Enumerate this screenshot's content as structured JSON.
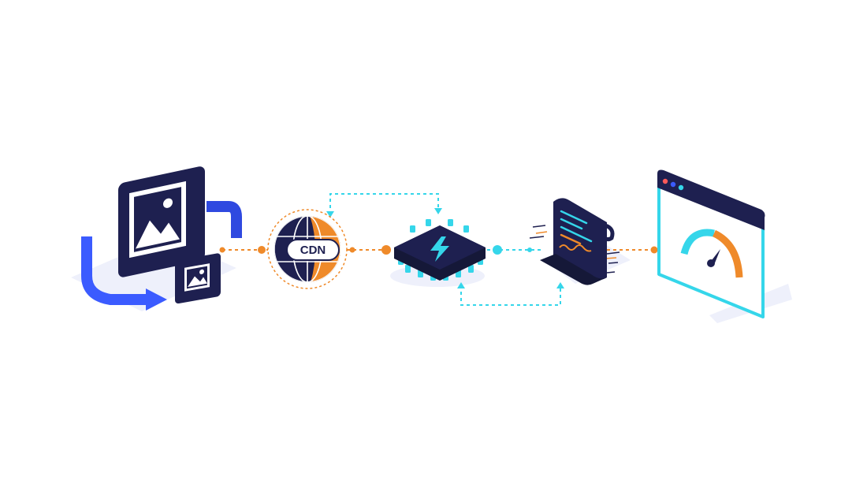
{
  "diagram": {
    "nodes": [
      {
        "id": "image-source",
        "icon": "image-frames-icon"
      },
      {
        "id": "cdn",
        "icon": "globe-icon",
        "label": "CDN"
      },
      {
        "id": "processor",
        "icon": "chip-lightning-icon"
      },
      {
        "id": "document",
        "icon": "document-scroll-icon"
      },
      {
        "id": "browser",
        "icon": "browser-speedometer-icon"
      }
    ],
    "connectors": [
      {
        "from": "image-source",
        "to": "cdn",
        "style": "dashed"
      },
      {
        "from": "cdn",
        "to": "processor",
        "style": "dashed"
      },
      {
        "from": "processor",
        "to": "document",
        "style": "dashed"
      },
      {
        "from": "document",
        "to": "browser",
        "style": "dashed"
      }
    ],
    "loops": [
      {
        "from": "cdn",
        "to": "processor",
        "position": "top"
      },
      {
        "from": "processor",
        "to": "document",
        "position": "bottom"
      }
    ]
  },
  "colors": {
    "navy": "#1e2050",
    "orange": "#ef8a2a",
    "cyan": "#35d6ea",
    "blue": "#3b5bff",
    "light": "#e9ecfb"
  }
}
